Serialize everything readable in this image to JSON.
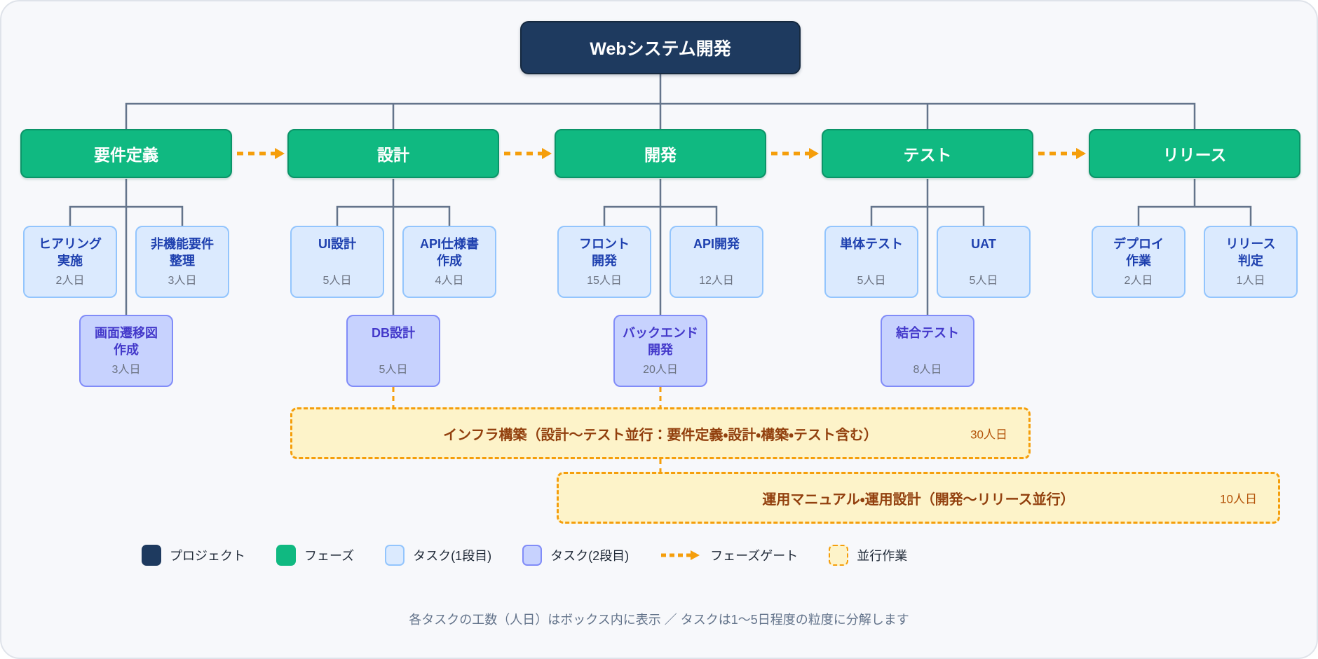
{
  "root": {
    "label": "Webシステム開発"
  },
  "phases": [
    {
      "label": "要件定義",
      "tasks": [
        {
          "l1": "ヒアリング",
          "l2": "実施",
          "effort": "2人日"
        },
        {
          "l1": "非機能要件",
          "l2": "整理",
          "effort": "3人日"
        }
      ],
      "subtask": {
        "l1": "画面遷移図",
        "l2": "作成",
        "effort": "3人日"
      }
    },
    {
      "label": "設計",
      "tasks": [
        {
          "l1": "UI設計",
          "l2": "",
          "effort": "5人日"
        },
        {
          "l1": "API仕様書",
          "l2": "作成",
          "effort": "4人日"
        }
      ],
      "subtask": {
        "l1": "DB設計",
        "l2": "",
        "effort": "5人日"
      }
    },
    {
      "label": "開発",
      "tasks": [
        {
          "l1": "フロント",
          "l2": "開発",
          "effort": "15人日"
        },
        {
          "l1": "API開発",
          "l2": "",
          "effort": "12人日"
        }
      ],
      "subtask": {
        "l1": "バックエンド",
        "l2": "開発",
        "effort": "20人日"
      }
    },
    {
      "label": "テスト",
      "tasks": [
        {
          "l1": "単体テスト",
          "l2": "",
          "effort": "5人日"
        },
        {
          "l1": "UAT",
          "l2": "",
          "effort": "5人日"
        }
      ],
      "subtask": {
        "l1": "結合テスト",
        "l2": "",
        "effort": "8人日"
      }
    },
    {
      "label": "リリース",
      "tasks": [
        {
          "l1": "デプロイ",
          "l2": "作業",
          "effort": "2人日"
        },
        {
          "l1": "リリース",
          "l2": "判定",
          "effort": "1人日"
        }
      ]
    }
  ],
  "parallel": [
    {
      "label": "インフラ構築（設計〜テスト並行：要件定義・設計・構築・テスト含む）",
      "effort": "30人日"
    },
    {
      "label": "運用マニュアル・運用設計（開発〜リリース並行）",
      "effort": "10人日"
    }
  ],
  "legend": {
    "project": "プロジェクト",
    "phase": "フェーズ",
    "task1": "タスク(1段目)",
    "task2": "タスク(2段目)",
    "gate": "フェーズゲート",
    "parallel": "並行作業"
  },
  "footer": "各タスクの工数（人日）はボックス内に表示 ／ タスクは1〜5日程度の粒度に分解します",
  "colors": {
    "navy": "#1e3a5f",
    "navy_border": "#16293f",
    "green": "#10b981",
    "green_border": "#0b9468",
    "blue1_bg": "#dbeafe",
    "blue1_border": "#93c5fd",
    "blue1_text": "#1e40af",
    "blue2_bg": "#c7d2fe",
    "blue2_border": "#818cf8",
    "blue2_text": "#4338ca",
    "effort_text": "#6b7280",
    "wire": "#64748b",
    "orange": "#f59e0b",
    "yellow_bg": "#fdf3c9",
    "yellow_text": "#92400e",
    "yellow_effort": "#b45309",
    "canvas_bg": "#f7f8fb",
    "canvas_border": "#dfe3ea",
    "legend_text": "#1f2937",
    "footer_text": "#64748b"
  }
}
